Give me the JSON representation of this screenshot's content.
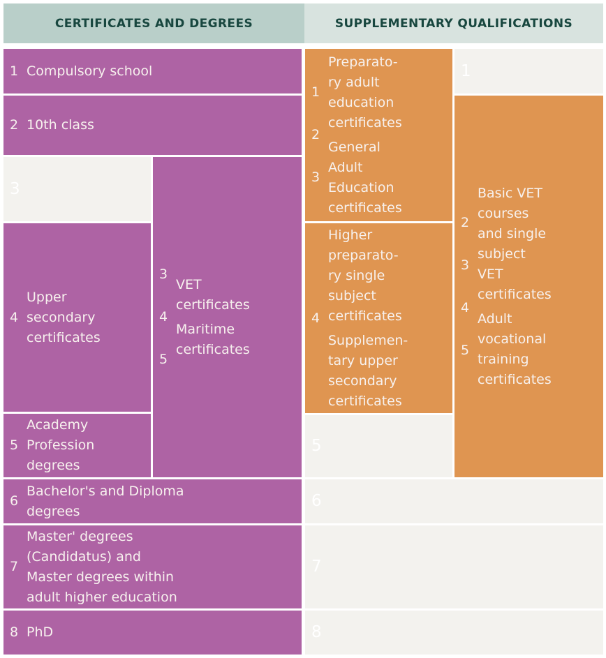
{
  "header": {
    "left_title": "CERTIFICATES AND DEGREES",
    "right_title": "SUPPLEMENTARY QUALIFICATIONS"
  },
  "colors": {
    "purple": "#ae63a4",
    "orange": "#df9551",
    "gray_row": "#f3f2ee",
    "header_left_bg": "#b9cfc9",
    "header_right_bg": "#d8e3df",
    "header_text": "#18473f",
    "box_text": "#f7f1ee"
  },
  "certificates_and_degrees": {
    "compulsory_school": {
      "num": "1",
      "label": "Compulsory school"
    },
    "tenth_class": {
      "num": "2",
      "label": "10th class"
    },
    "level3_gap": {
      "num": "3"
    },
    "vet_maritime": {
      "nums": [
        "3",
        "4",
        "5"
      ],
      "items": [
        [
          "VET",
          "certificates"
        ],
        [
          "Maritime",
          "certificates"
        ]
      ]
    },
    "upper_secondary": {
      "num": "4",
      "lines": [
        "Upper",
        "secondary",
        "certificates"
      ]
    },
    "academy_profession": {
      "num": "5",
      "lines": [
        "Academy",
        "Profession",
        "degrees"
      ]
    },
    "bachelor_diploma": {
      "num": "6",
      "lines": [
        "Bachelor's and Diploma",
        "degrees"
      ]
    },
    "master_degrees": {
      "num": "7",
      "lines": [
        "Master' degrees",
        "(Candidatus) and",
        "Master degrees within",
        "adult higher education"
      ]
    },
    "phd": {
      "num": "8",
      "label": "PhD"
    }
  },
  "supplementary_qualifications": {
    "level1_gap": {
      "num": "1"
    },
    "adult_education": {
      "nums": [
        "1",
        "2",
        "3"
      ],
      "items": [
        [
          "Preparato-",
          "ry adult",
          "education",
          "certificates"
        ],
        [
          "General",
          "Adult",
          "Education",
          "certificates"
        ]
      ]
    },
    "higher_preparatory_supplementary": {
      "num": "4",
      "items": [
        [
          "Higher",
          "preparato-",
          "ry single",
          "subject",
          "certificates"
        ],
        [
          "Supplemen-",
          "tary upper",
          "secondary",
          "certificates"
        ]
      ]
    },
    "basic_vet_adult_vocational": {
      "nums": [
        "2",
        "3",
        "4",
        "5"
      ],
      "items": [
        [
          "Basic VET",
          "courses",
          "and single",
          "subject",
          "VET",
          "certificates"
        ],
        [
          "Adult",
          "vocational",
          "training",
          "certificates"
        ]
      ]
    },
    "level5_gap": {
      "num": "5"
    },
    "level6_gap": {
      "num": "6"
    },
    "level7_gap": {
      "num": "7"
    },
    "level8_gap": {
      "num": "8"
    }
  }
}
